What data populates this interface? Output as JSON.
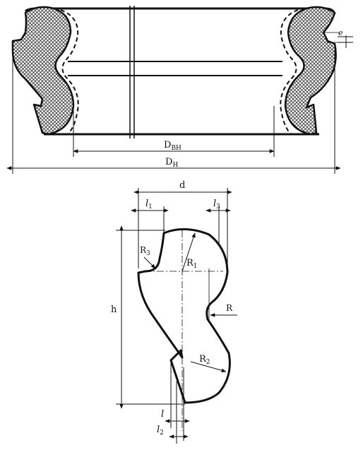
{
  "top_view": {
    "label_d_inner_base": "D",
    "label_d_inner_sub": "BH",
    "label_d_outer_base": "D",
    "label_d_outer_sub": "H",
    "label_e": "e"
  },
  "profile": {
    "label_d": "d",
    "label_l1_base": "l",
    "label_l1_sub": "1",
    "label_l3_base": "l",
    "label_l3_sub": "3",
    "label_r3_base": "R",
    "label_r3_sub": "3",
    "label_r1_base": "R",
    "label_r1_sub": "1",
    "label_r": "R",
    "label_h": "h",
    "label_r2_base": "R",
    "label_r2_sub": "2",
    "label_l": "l",
    "label_l2_base": "l",
    "label_l2_sub": "2"
  },
  "colors": {
    "ink": "#111111",
    "hatch": "#555555",
    "background": "#ffffff"
  }
}
